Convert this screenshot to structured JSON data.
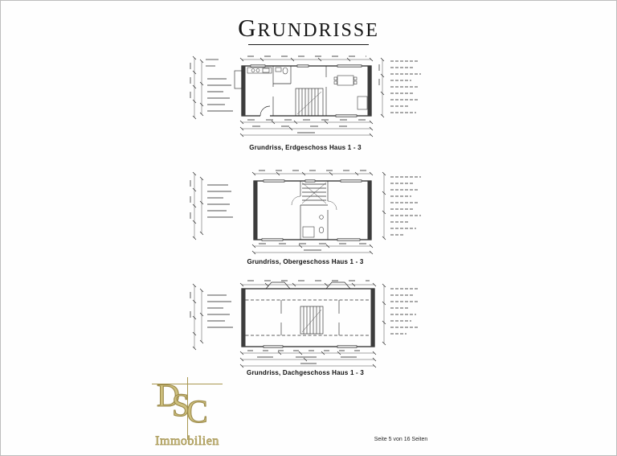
{
  "document": {
    "title": "Grundrisse",
    "footer_page_info": "Seite 5 von 16 Seiten"
  },
  "plans": [
    {
      "caption": "Grundriss, Erdgeschoss Haus 1 - 3"
    },
    {
      "caption": "Grundriss, Obergeschoss Haus 1 - 3"
    },
    {
      "caption": "Grundriss, Dachgeschoss Haus 1 - 3"
    }
  ],
  "logo": {
    "letter_d": "D",
    "letter_s": "S",
    "letter_c": "C",
    "company_name": "Immobilien",
    "gold_color": "#ab9a55"
  }
}
